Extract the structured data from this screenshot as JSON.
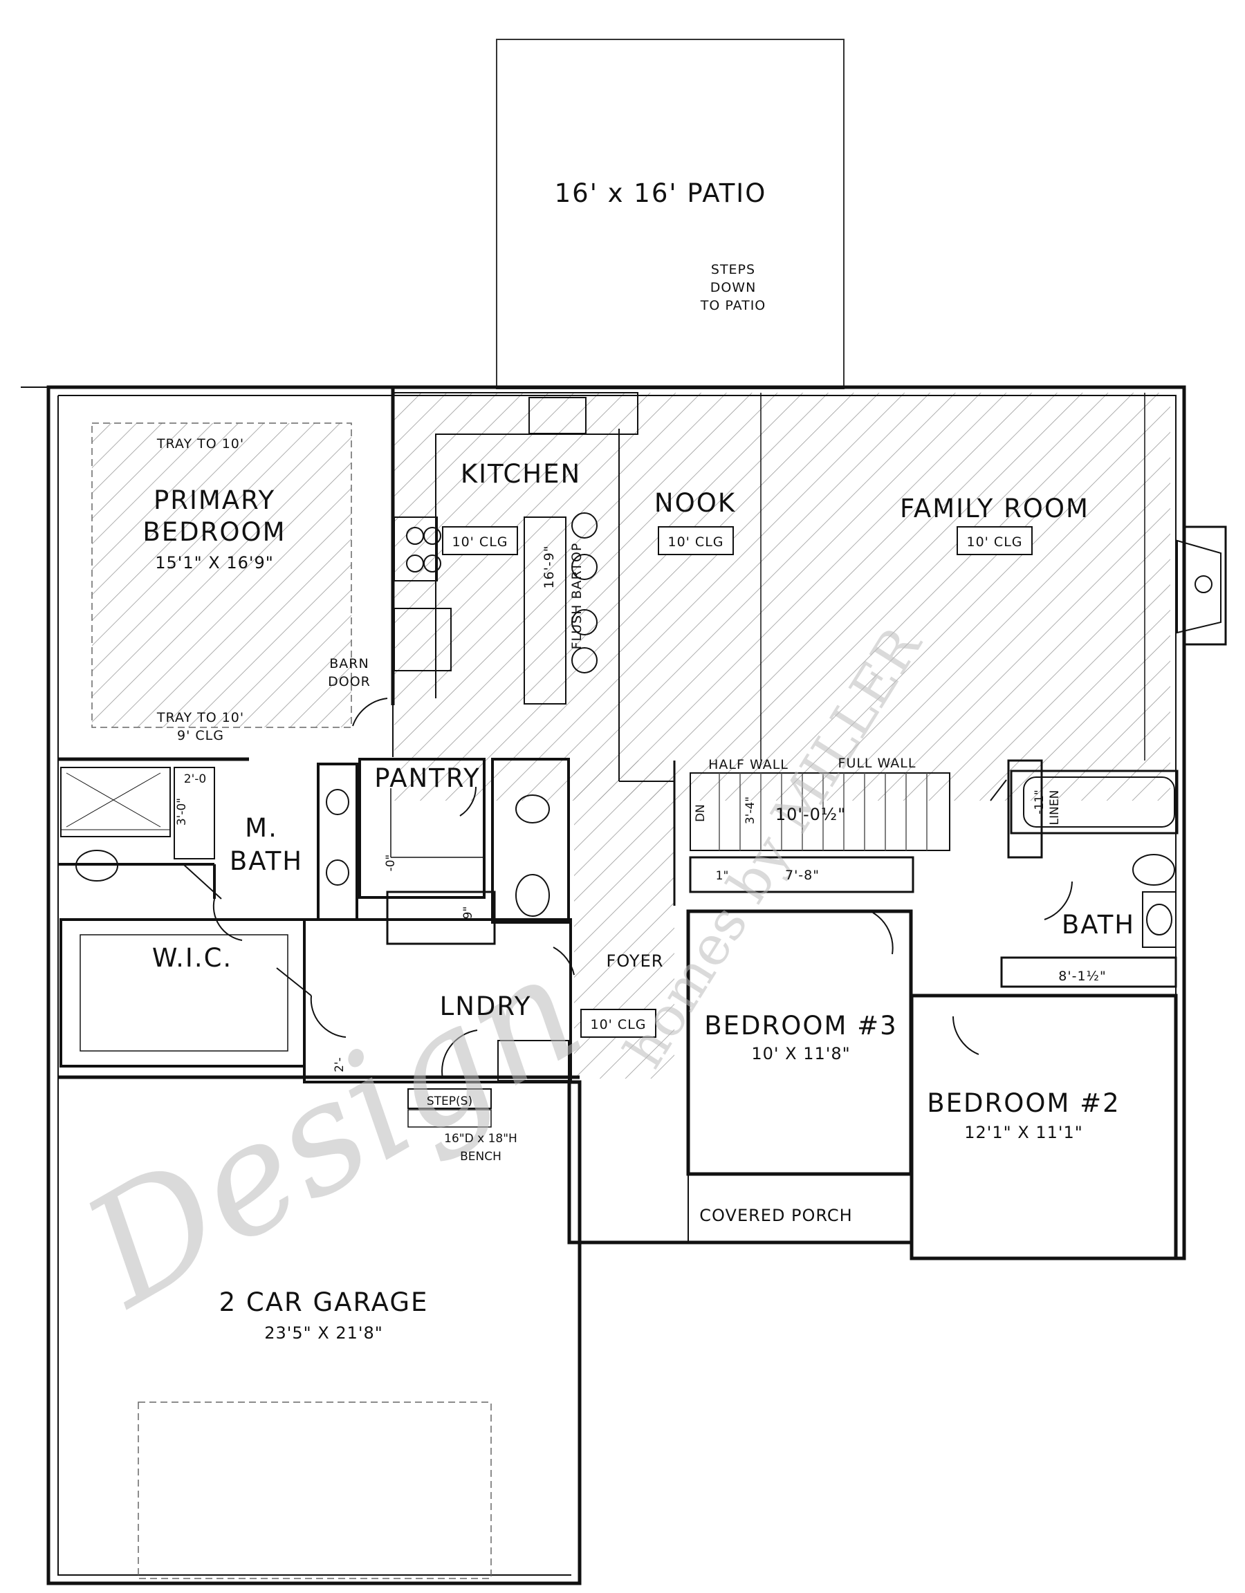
{
  "rooms": {
    "patio": "16' x 16' PATIO",
    "steps_line1": "STEPS",
    "steps_line2": "DOWN",
    "steps_line3": "TO PATIO",
    "tray_top": "TRAY TO 10'",
    "primary_line1": "PRIMARY",
    "primary_line2": "BEDROOM",
    "primary_dims": "15'1\" X 16'9\"",
    "tray_bottom": "TRAY TO 10'",
    "primary_clg": "9' CLG",
    "barn_line1": "BARN",
    "barn_line2": "DOOR",
    "kitchen": "KITCHEN",
    "kitchen_clg": "10' CLG",
    "island_dim": "16'-9\"",
    "bartop": "FLUSH BARTOP",
    "nook": "NOOK",
    "nook_clg": "10' CLG",
    "family": "FAMILY ROOM",
    "family_clg": "10' CLG",
    "half_wall": "HALF WALL",
    "full_wall": "FULL WALL",
    "stair_dn": "DN",
    "stair_w": "3'-4\"",
    "stair_len": "10'-0½\"",
    "pantry": "PANTRY",
    "pantry_dim": "-0\"",
    "mbath_line1": "M.",
    "mbath_line2": "BATH",
    "shower_dim1": "2'-0",
    "shower_dim2": "3'-0\"",
    "wic": "W.I.C.",
    "lndry": "LNDRY",
    "lndry_dim": "9\"",
    "lndry_dim2": "2'-",
    "steps_lbl": "STEP(S)",
    "bench_line1": "16\"D x 18\"H",
    "bench_line2": "BENCH",
    "foyer": "FOYER",
    "foyer_clg": "10' CLG",
    "closet_dim": "7'-8\"",
    "closet_small": "1\"",
    "bed3": "BEDROOM #3",
    "bed3_dims": "10' X 11'8\"",
    "linen": "LINEN",
    "linen_dim": "-11\"",
    "bath": "BATH",
    "closet2_dim": "8'-1½\"",
    "bed2": "BEDROOM #2",
    "bed2_dims": "12'1\" X 11'1\"",
    "porch": "COVERED PORCH",
    "garage": "2 CAR GARAGE",
    "garage_dims": "23'5\" X 21'8\""
  },
  "watermark": {
    "brand": "homes by MILLER",
    "script": "Design"
  }
}
